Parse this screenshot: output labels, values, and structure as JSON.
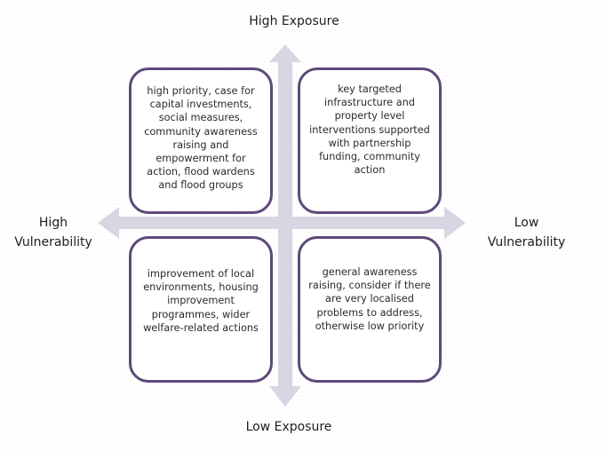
{
  "axes": {
    "top": "High Exposure",
    "bottom": "Low Exposure",
    "left": [
      "High",
      "Vulnerability"
    ],
    "right": [
      "Low",
      "Vulnerability"
    ]
  },
  "quadrants": {
    "top_left": "high priority, case for capital investments, social measures, community awareness raising and empowerment for action, flood wardens and flood groups",
    "top_right": "key targeted infrastructure and property level interventions supported with partnership funding, community action",
    "bottom_left": "improvement of local environments, housing improvement programmes, wider welfare-related actions",
    "bottom_right": "general awareness raising, consider if there are very localised problems to address, otherwise low priority"
  },
  "colors": {
    "arrow": "#d9d6e3",
    "box_border": "#5e4a78",
    "text": "#2a2a2a"
  }
}
